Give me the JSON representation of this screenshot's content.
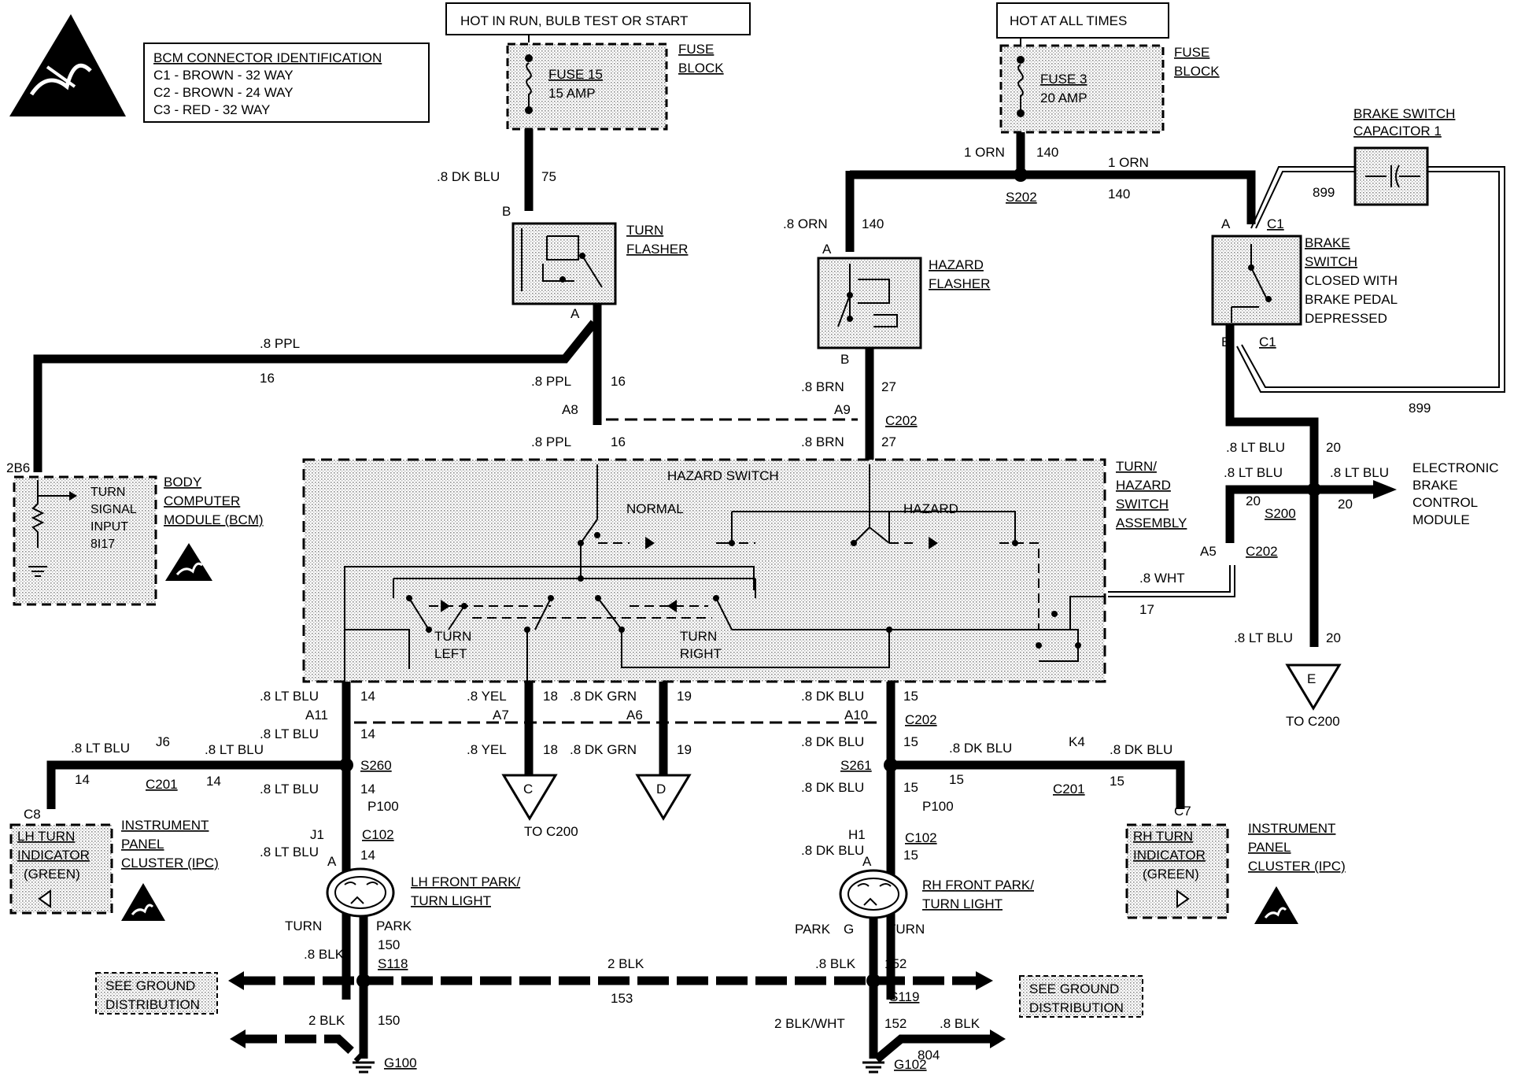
{
  "bcm_connector": {
    "title": "BCM CONNECTOR IDENTIFICATION",
    "rows": [
      "C1 - BROWN - 32 WAY",
      "C2 - BROWN - 24 WAY",
      "C3 - RED - 32 WAY"
    ]
  },
  "power": {
    "run_label": "HOT IN RUN, BULB TEST OR START",
    "all_times_label": "HOT AT ALL TIMES",
    "fuse15": "FUSE 15",
    "fuse15_amp": "15 AMP",
    "fuse3": "FUSE 3",
    "fuse3_amp": "20 AMP",
    "fuse_block": [
      "FUSE",
      "BLOCK"
    ]
  },
  "components": {
    "turn_flasher": [
      "TURN",
      "FLASHER"
    ],
    "hazard_flasher": [
      "HAZARD",
      "FLASHER"
    ],
    "brake_cap": [
      "BRAKE SWITCH",
      "CAPACITOR 1"
    ],
    "brake_switch": [
      "BRAKE",
      "SWITCH",
      "CLOSED WITH",
      "BRAKE PEDAL",
      "DEPRESSED"
    ],
    "bcm": [
      "BODY",
      "COMPUTER",
      "MODULE (BCM)"
    ],
    "bcm_input": [
      "TURN",
      "SIGNAL",
      "INPUT",
      "8I17"
    ],
    "turn_hazard_assy": [
      "TURN/",
      "HAZARD",
      "SWITCH",
      "ASSEMBLY"
    ],
    "hazard_switch": "HAZARD SWITCH",
    "normal": "NORMAL",
    "hazard": "HAZARD",
    "turn_left": [
      "TURN",
      "LEFT"
    ],
    "turn_right": [
      "TURN",
      "RIGHT"
    ],
    "ebcm": [
      "ELECTRONIC",
      "BRAKE",
      "CONTROL",
      "MODULE"
    ],
    "ipc": [
      "INSTRUMENT",
      "PANEL",
      "CLUSTER (IPC)"
    ],
    "lh_indicator": [
      "LH TURN",
      "INDICATOR",
      "(GREEN)"
    ],
    "rh_indicator": [
      "RH TURN",
      "INDICATOR",
      "(GREEN)"
    ],
    "lh_light": [
      "LH FRONT PARK/",
      "TURN LIGHT"
    ],
    "rh_light": [
      "RH FRONT PARK/",
      "TURN LIGHT"
    ],
    "see_ground": [
      "SEE GROUND",
      "DISTRIBUTION"
    ]
  },
  "wires": {
    "dk_blu": ".8 DK BLU",
    "c75": "75",
    "orn": "1 ORN",
    "c140": "140",
    "orn8": ".8 ORN",
    "ppl": ".8 PPL",
    "c16": "16",
    "brn": ".8 BRN",
    "c27": "27",
    "lt_blu": ".8 LT BLU",
    "c20": "20",
    "c14": "14",
    "wht": ".8 WHT",
    "c17": "17",
    "yel": ".8 YEL",
    "c18": "18",
    "dk_grn": ".8 DK GRN",
    "c19": "19",
    "c15": "15",
    "c899": "899",
    "blk": ".8 BLK",
    "blk2": "2 BLK",
    "blk_wht": "2 BLK/WHT",
    "c150": "150",
    "c152": "152",
    "c153": "153",
    "c804": "804"
  },
  "connectors": {
    "B": "B",
    "A": "A",
    "A8": "A8",
    "A9": "A9",
    "C202": "C202",
    "C1": "C1",
    "S202": "S202",
    "S200": "S200",
    "A5": "A5",
    "2B6": "2B6",
    "A11": "A11",
    "A7": "A7",
    "A6": "A6",
    "A10": "A10",
    "J6": "J6",
    "C201": "C201",
    "C8": "C8",
    "S260": "S260",
    "S261": "S261",
    "K4": "K4",
    "C7": "C7",
    "P100": "P100",
    "J1": "J1",
    "H1": "H1",
    "C102": "C102",
    "S118": "S118",
    "S119": "S119",
    "G100": "G100",
    "G102": "G102",
    "turn": "TURN",
    "park": "PARK",
    "G": "G",
    "C": "C",
    "D": "D",
    "E": "E",
    "to_c200": "TO C200"
  }
}
